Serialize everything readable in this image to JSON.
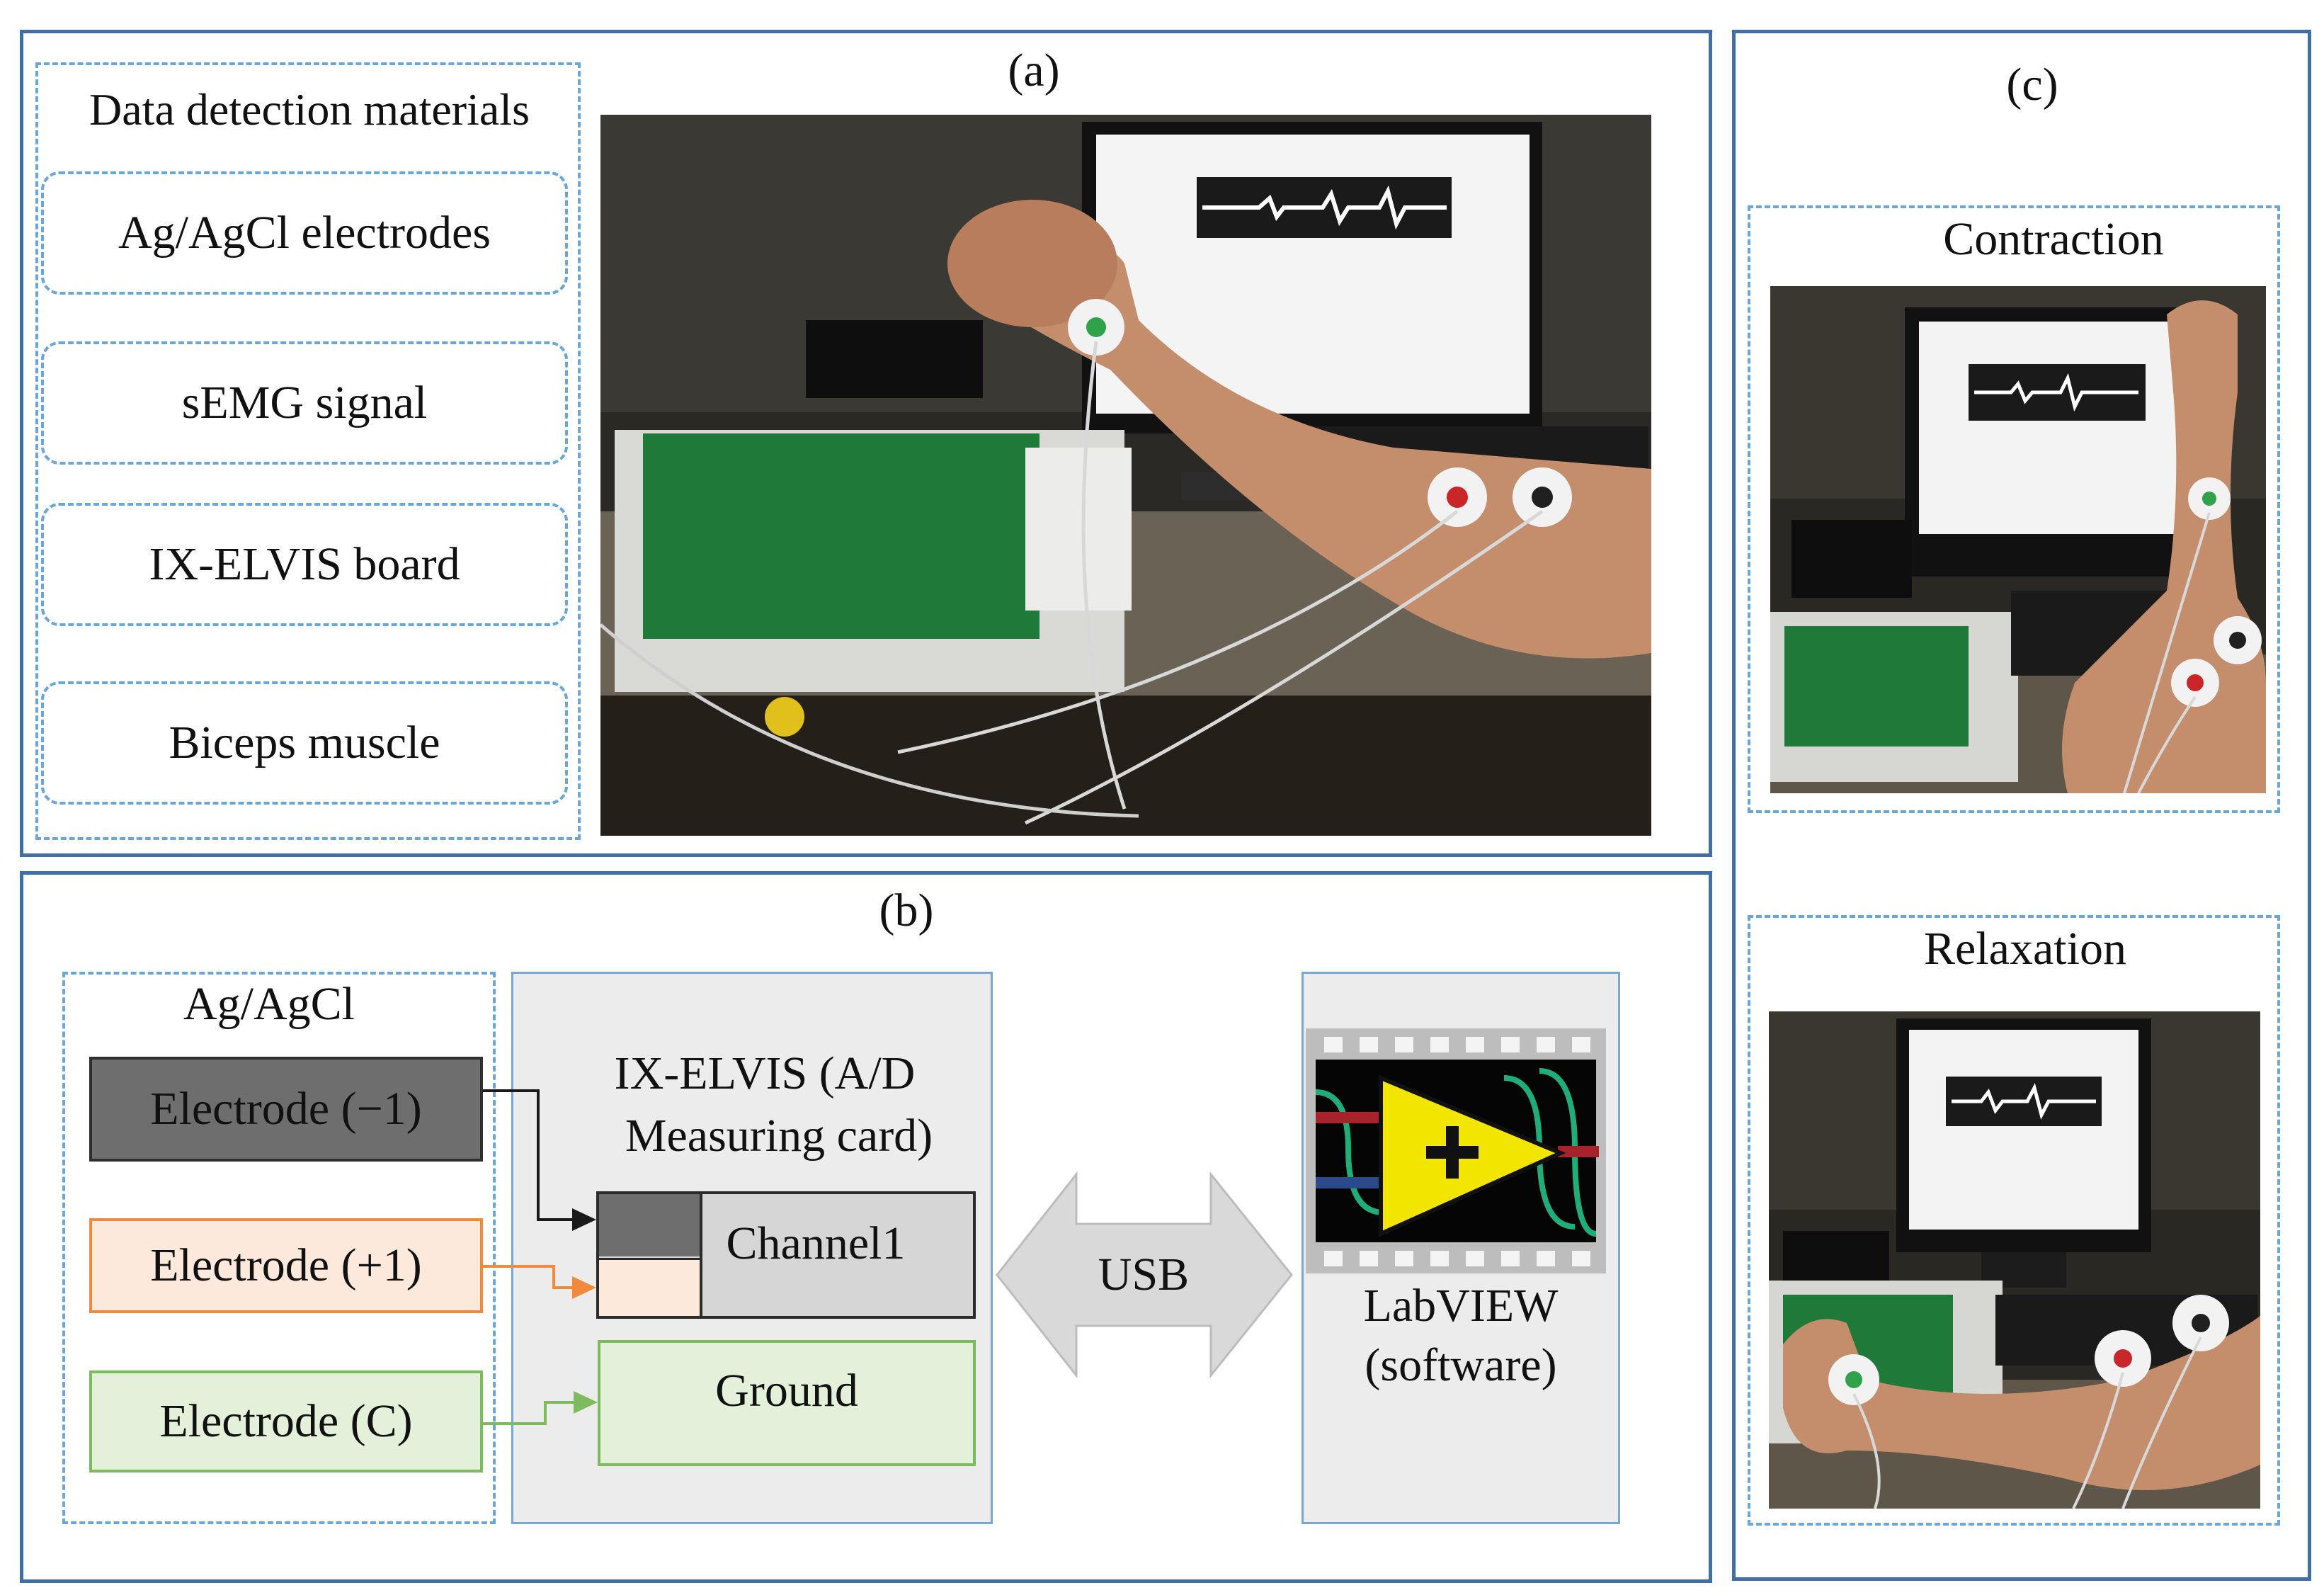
{
  "panels": {
    "a": {
      "label": "(a)",
      "materials_title": "Data detection materials",
      "materials": [
        "Ag/AgCl electrodes",
        "sEMG signal",
        "IX-ELVIS board",
        "Biceps muscle"
      ]
    },
    "b": {
      "label": "(b)",
      "agagcl_title": "Ag/AgCl",
      "electrodes": [
        "Electrode (−1)",
        "Electrode (+1)",
        "Electrode (C)"
      ],
      "elvis_title_line1": "IX-ELVIS (A/D",
      "elvis_title_line2": "Measuring card)",
      "channel": "Channel1",
      "ground": "Ground",
      "usb": "USB",
      "labview_line1": "LabVIEW",
      "labview_line2": "(software)"
    },
    "c": {
      "label": "(c)",
      "contraction": "Contraction",
      "relaxation": "Relaxation"
    }
  },
  "colors": {
    "panel_border": "#3f6fa6",
    "dotted_border": "#6aa6d8",
    "electrode_neg": "#6e6e6e",
    "electrode_pos_border": "#f08a3c",
    "electrode_pos_fill": "#fde9dc",
    "electrode_c_border": "#7dbb5e",
    "electrode_c_fill": "#e4f1da",
    "labview_yellow": "#f2e600"
  }
}
